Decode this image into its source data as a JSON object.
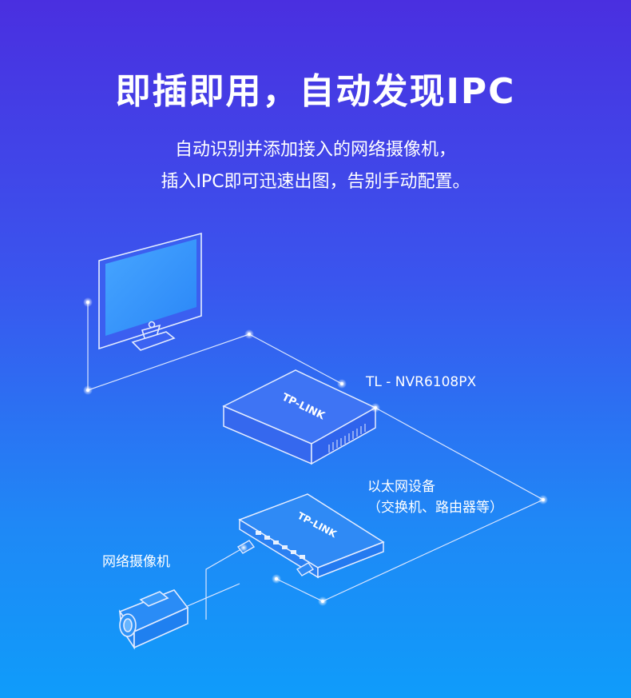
{
  "headline": "即插即用，自动发现IPC",
  "description": {
    "line1": "自动识别并添加接入的网络摄像机，",
    "line2": "插入IPC即可迅速出图，告别手动配置。"
  },
  "devices": {
    "nvr_model": "TL - NVR6108PX",
    "nvr_brand": "TP-LINK",
    "switch_brand": "TP-LINK",
    "switch_label_line1": "以太网设备",
    "switch_label_line2": "（交换机、路由器等）",
    "camera_label": "网络摄像机"
  },
  "colors": {
    "line": "#dbe6ff",
    "dot": "#ffffff"
  }
}
